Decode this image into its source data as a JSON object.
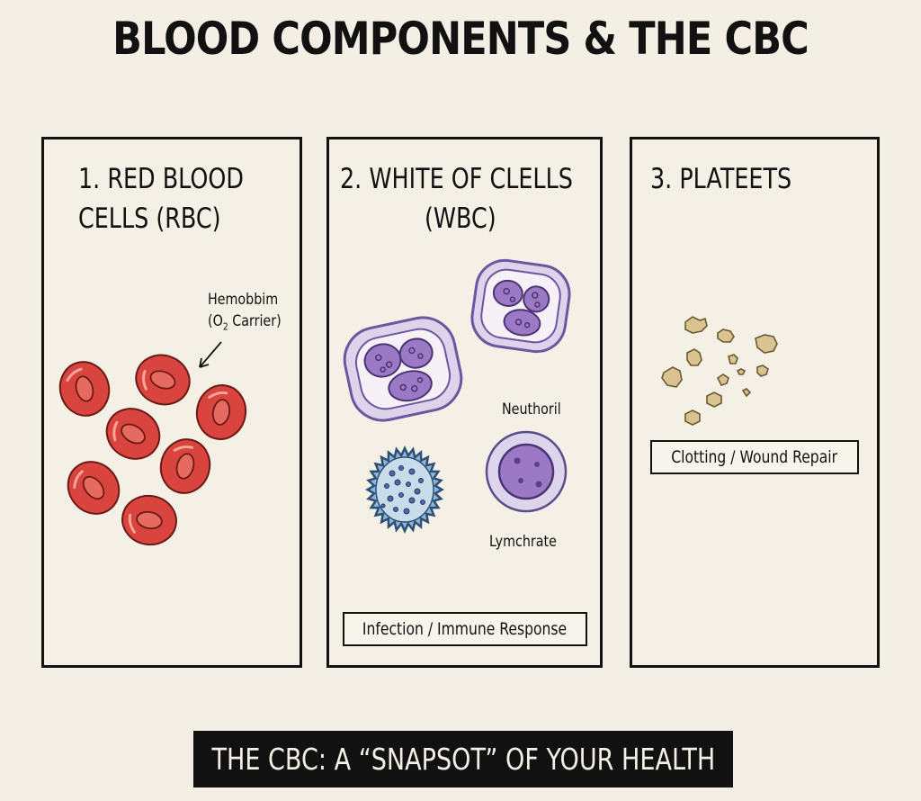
{
  "title": "BLOOD COMPONENTS & THE CBC",
  "panels": {
    "rbc": {
      "heading_line1": "1. RED BLOOD",
      "heading_line2": "CELLS (RBC)",
      "annotation_line1": "Hemobbim",
      "annotation_prefix": "(O",
      "annotation_sub": "2",
      "annotation_suffix": " Carrier)"
    },
    "wbc": {
      "heading_line1": "2. WHITE OF CLELLS",
      "heading_line2": "(WBC)",
      "label_neutrophil": "Neuthoril",
      "label_lymphocyte": "Lymchrate",
      "function_box": "Infection / Immune Response"
    },
    "platelets": {
      "heading": "3. PLATEETS",
      "function_box": "Clotting / Wound Repair"
    }
  },
  "footer": "THE CBC: A “SNAPSOT” OF YOUR HEALTH",
  "colors": {
    "background": "#f3efe4",
    "rbc": "#d9443e",
    "neutrophil_nucleus": "#9b79c4",
    "basophil": "#8fb6d8",
    "platelet": "#d8c391",
    "footer_bg": "#111111"
  }
}
